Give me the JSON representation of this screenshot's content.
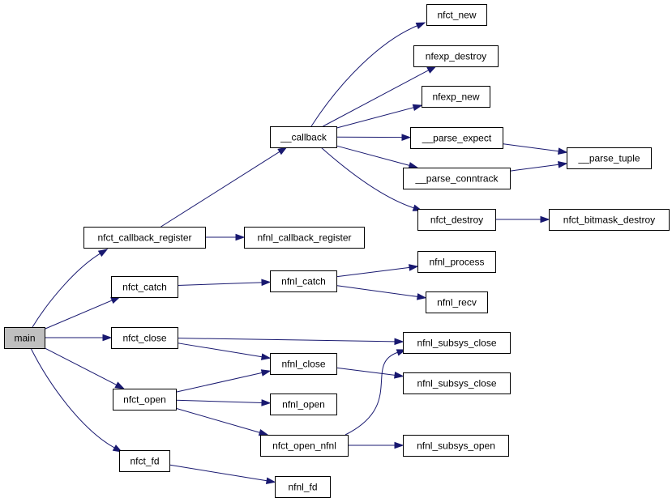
{
  "nodes": [
    {
      "id": "main",
      "label": "main",
      "root": true
    },
    {
      "id": "nfct_callback_register",
      "label": "nfct_callback_register"
    },
    {
      "id": "nfct_catch",
      "label": "nfct_catch"
    },
    {
      "id": "nfct_close",
      "label": "nfct_close"
    },
    {
      "id": "nfct_open",
      "label": "nfct_open"
    },
    {
      "id": "nfct_fd",
      "label": "nfct_fd"
    },
    {
      "id": "__callback",
      "label": "__callback"
    },
    {
      "id": "nfnl_callback_register",
      "label": "nfnl_callback_register"
    },
    {
      "id": "nfnl_catch",
      "label": "nfnl_catch"
    },
    {
      "id": "nfnl_close",
      "label": "nfnl_close"
    },
    {
      "id": "nfnl_open",
      "label": "nfnl_open"
    },
    {
      "id": "nfct_open_nfnl",
      "label": "nfct_open_nfnl"
    },
    {
      "id": "nfnl_fd",
      "label": "nfnl_fd"
    },
    {
      "id": "nfct_new",
      "label": "nfct_new"
    },
    {
      "id": "nfexp_destroy",
      "label": "nfexp_destroy"
    },
    {
      "id": "nfexp_new",
      "label": "nfexp_new"
    },
    {
      "id": "__parse_expect",
      "label": "__parse_expect"
    },
    {
      "id": "__parse_conntrack",
      "label": "__parse_conntrack"
    },
    {
      "id": "nfct_destroy",
      "label": "nfct_destroy"
    },
    {
      "id": "nfnl_process",
      "label": "nfnl_process"
    },
    {
      "id": "nfnl_recv",
      "label": "nfnl_recv"
    },
    {
      "id": "nfnl_subsys_close_1",
      "label": "nfnl_subsys_close"
    },
    {
      "id": "nfnl_subsys_close_2",
      "label": "nfnl_subsys_close"
    },
    {
      "id": "nfnl_subsys_open",
      "label": "nfnl_subsys_open"
    },
    {
      "id": "__parse_tuple",
      "label": "__parse_tuple"
    },
    {
      "id": "nfct_bitmask_destroy",
      "label": "nfct_bitmask_destroy"
    }
  ],
  "edges": [
    [
      "main",
      "nfct_callback_register"
    ],
    [
      "main",
      "nfct_catch"
    ],
    [
      "main",
      "nfct_close"
    ],
    [
      "main",
      "nfct_open"
    ],
    [
      "main",
      "nfct_fd"
    ],
    [
      "nfct_callback_register",
      "__callback"
    ],
    [
      "nfct_callback_register",
      "nfnl_callback_register"
    ],
    [
      "__callback",
      "nfct_new"
    ],
    [
      "__callback",
      "nfexp_destroy"
    ],
    [
      "__callback",
      "nfexp_new"
    ],
    [
      "__callback",
      "__parse_expect"
    ],
    [
      "__callback",
      "__parse_conntrack"
    ],
    [
      "__callback",
      "nfct_destroy"
    ],
    [
      "__parse_expect",
      "__parse_tuple"
    ],
    [
      "__parse_conntrack",
      "__parse_tuple"
    ],
    [
      "nfct_destroy",
      "nfct_bitmask_destroy"
    ],
    [
      "nfct_catch",
      "nfnl_catch"
    ],
    [
      "nfnl_catch",
      "nfnl_process"
    ],
    [
      "nfnl_catch",
      "nfnl_recv"
    ],
    [
      "nfct_close",
      "nfnl_subsys_close_1"
    ],
    [
      "nfct_close",
      "nfnl_close"
    ],
    [
      "nfnl_close",
      "nfnl_subsys_close_2"
    ],
    [
      "nfct_open",
      "nfnl_close"
    ],
    [
      "nfct_open",
      "nfnl_open"
    ],
    [
      "nfct_open",
      "nfct_open_nfnl"
    ],
    [
      "nfct_open_nfnl",
      "nfnl_subsys_close_1"
    ],
    [
      "nfct_open_nfnl",
      "nfnl_subsys_open"
    ],
    [
      "nfct_fd",
      "nfnl_fd"
    ]
  ],
  "colors": {
    "edge": "#191970",
    "root_fill": "#bfbfbf",
    "node_fill": "#ffffff",
    "node_border": "#000000"
  }
}
